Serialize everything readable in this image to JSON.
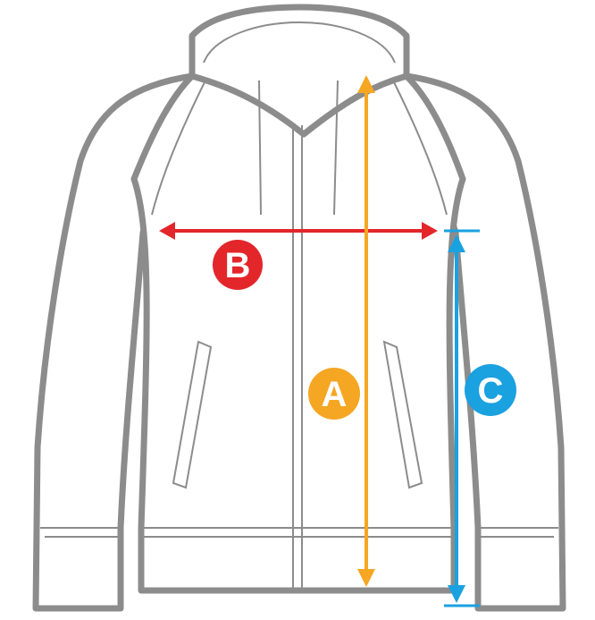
{
  "diagram": {
    "subject": "hoodie",
    "measurements": [
      {
        "label": "A",
        "color": "#f5a623"
      },
      {
        "label": "B",
        "color": "#e3262a"
      },
      {
        "label": "C",
        "color": "#1aa1e0"
      }
    ]
  }
}
